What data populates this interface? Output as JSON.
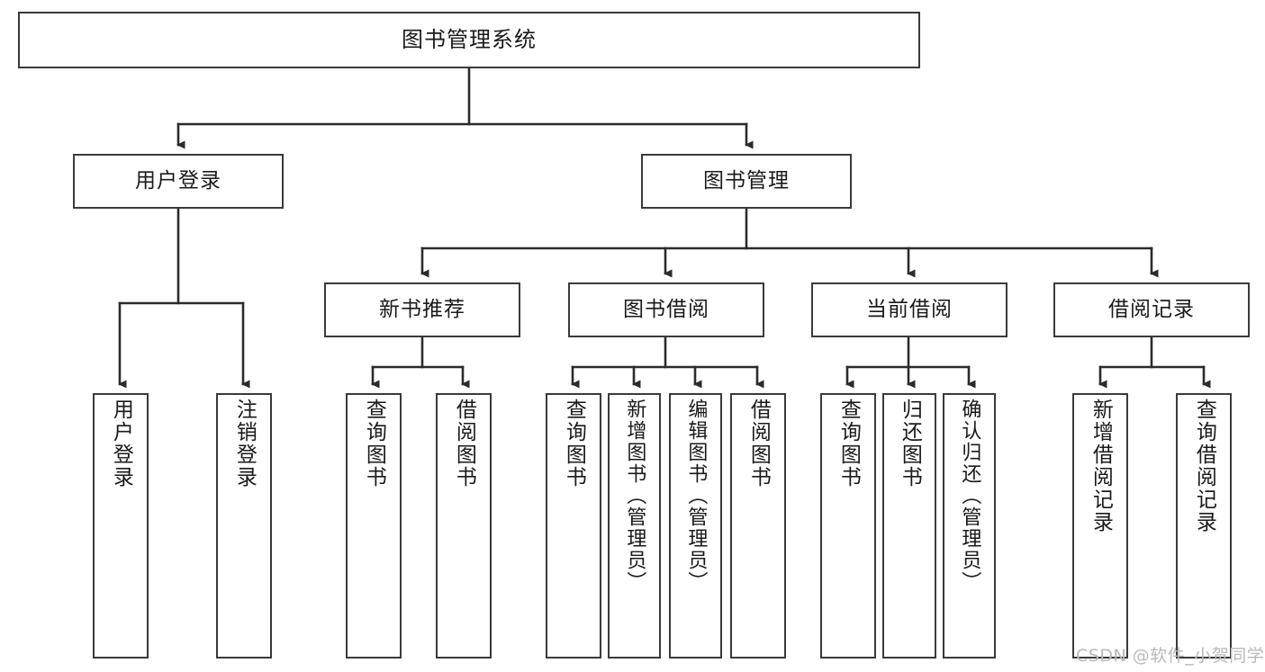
{
  "diagram": {
    "type": "tree",
    "title": "图书管理系统",
    "levels": {
      "root": {
        "label": "图书管理系统"
      },
      "level2": [
        {
          "label": "用户登录"
        },
        {
          "label": "图书管理"
        }
      ],
      "level3": [
        {
          "label": "新书推荐"
        },
        {
          "label": "图书借阅"
        },
        {
          "label": "当前借阅"
        },
        {
          "label": "借阅记录"
        }
      ],
      "leaves": {
        "user_login": [
          {
            "label": "用户登录"
          },
          {
            "label": "注销登录"
          }
        ],
        "new_book_recommend": [
          {
            "label": "查询图书"
          },
          {
            "label": "借阅图书"
          }
        ],
        "book_borrow": [
          {
            "label": "查询图书"
          },
          {
            "label": "新增图书（管理员）"
          },
          {
            "label": "编辑图书（管理员）"
          },
          {
            "label": "借阅图书"
          }
        ],
        "current_borrow": [
          {
            "label": "查询图书"
          },
          {
            "label": "归还图书"
          },
          {
            "label": "确认归还（管理员）"
          }
        ],
        "borrow_record": [
          {
            "label": "新增借阅记录"
          },
          {
            "label": "查询借阅记录"
          }
        ]
      }
    }
  },
  "watermark": {
    "text": "CSDN @软件_小贺同学"
  },
  "colors": {
    "box_border": "#3a3a3a",
    "box_fill": "#ffffff",
    "connector": "#2b2b2b",
    "text": "#1a1a1a",
    "watermark": "#b9b9b9"
  }
}
